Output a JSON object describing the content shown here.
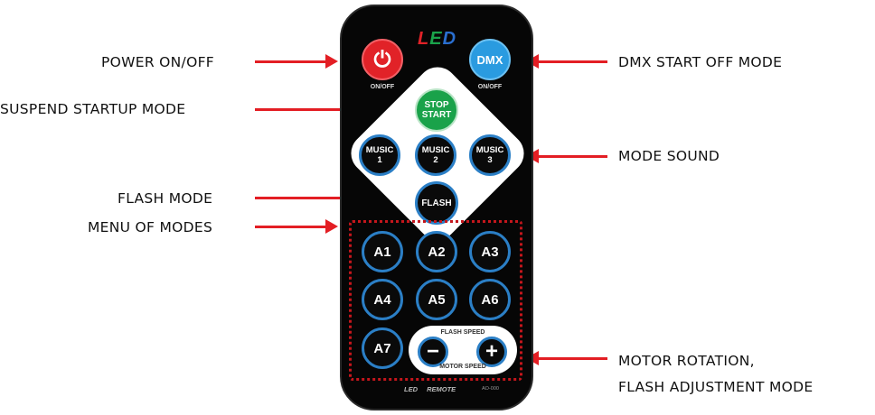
{
  "labels": {
    "power": "POWER ON/OFF",
    "suspend": "SUSPEND STARTUP MODE",
    "flash_mode": "FLASH MODE",
    "menu": "MENU OF MODES",
    "dmx": "DMX START OFF MODE",
    "mode_sound": "MODE SOUND",
    "motor_line1": "MOTOR ROTATION,",
    "motor_line2": "FLASH ADJUSTMENT MODE"
  },
  "remote": {
    "logo": {
      "L": "L",
      "E": "E",
      "D": "D"
    },
    "power_icon": "⏻",
    "power_caption": "ON/OFF",
    "dmx_label": "DMX",
    "dmx_caption": "ON/OFF",
    "stop_line1": "STOP",
    "stop_line2": "START",
    "music1_a": "MUSIC",
    "music1_b": "1",
    "music2_a": "MUSIC",
    "music2_b": "2",
    "music3_a": "MUSIC",
    "music3_b": "3",
    "flash_label": "FLASH",
    "a_buttons": [
      "A1",
      "A2",
      "A3",
      "A4",
      "A5",
      "A6",
      "A7"
    ],
    "flash_speed": "FLASH SPEED",
    "motor_speed": "MOTOR SPEED",
    "minus": "−",
    "plus": "+",
    "brand": "LED REMOTE",
    "model": "AO-000"
  },
  "colors": {
    "arrow": "#e31e24",
    "power": "#e12228",
    "dmx": "#2a9be0",
    "stop": "#1aa24a",
    "ring": "#2b7fc6"
  },
  "icons": {
    "power": "power-icon",
    "minus": "minus-icon",
    "plus": "plus-icon"
  }
}
